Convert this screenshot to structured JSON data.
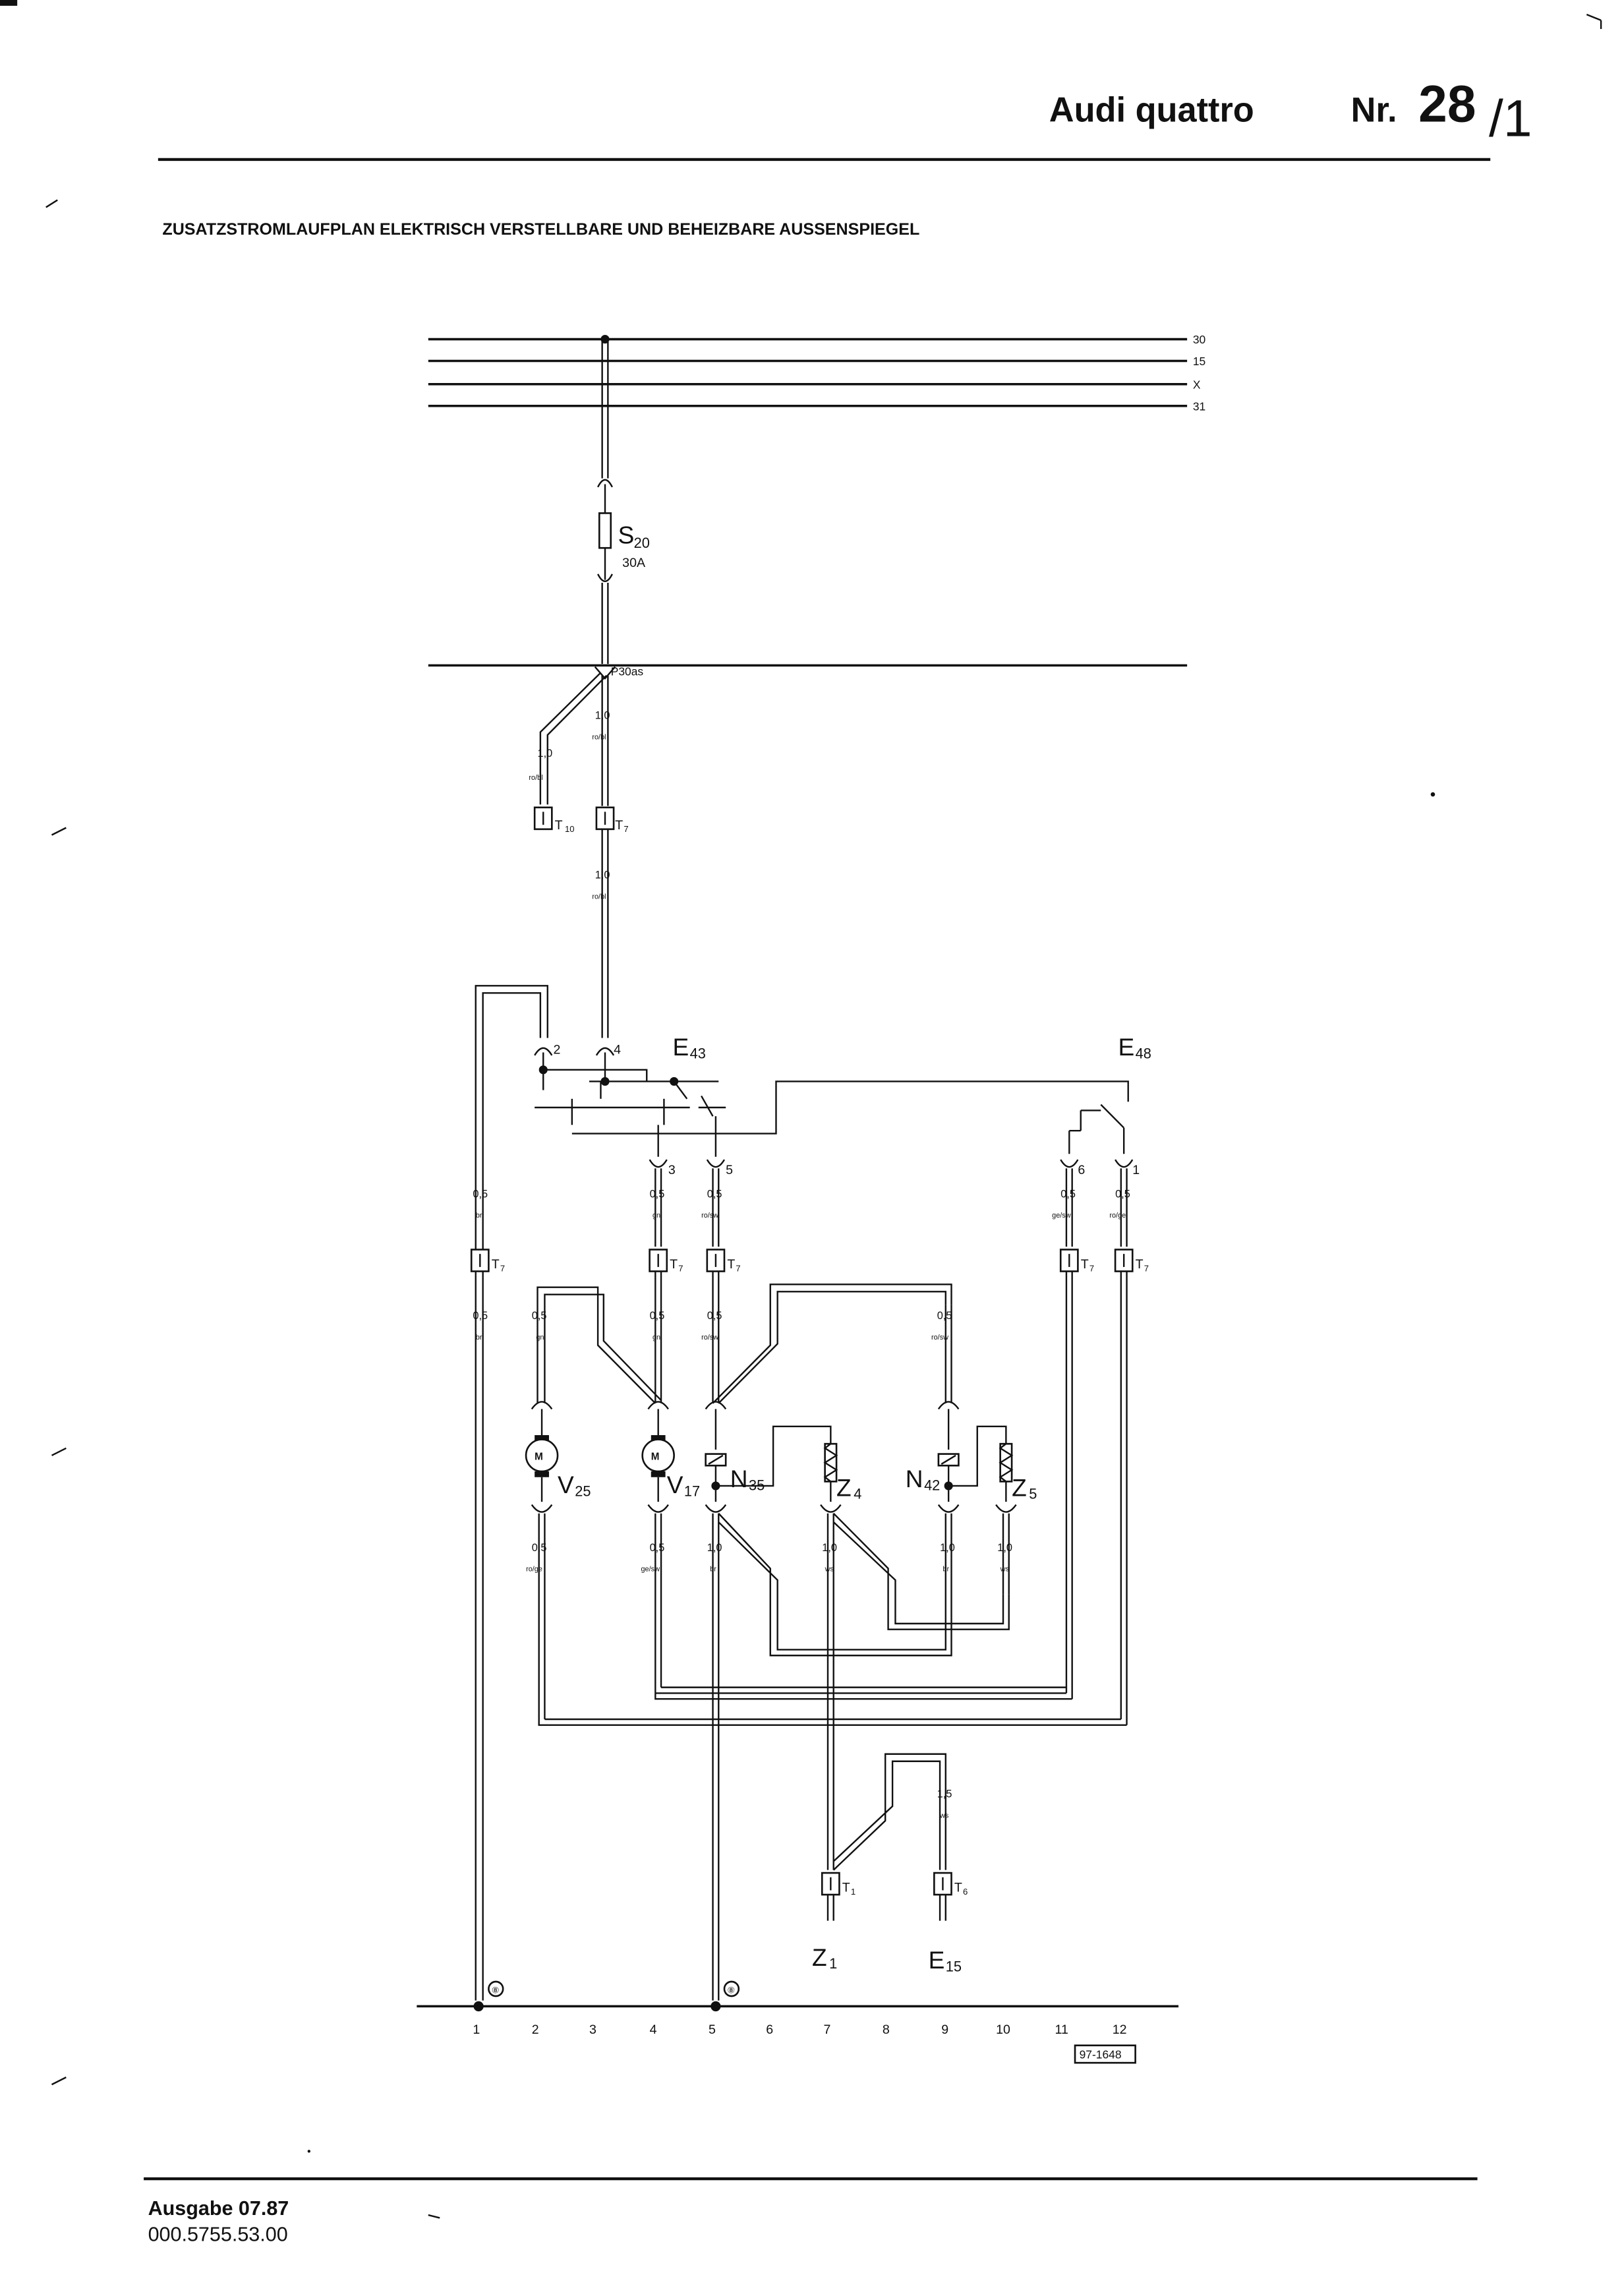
{
  "header": {
    "model": "Audi quattro",
    "nr_label": "Nr.",
    "nr_value": "28",
    "nr_suffix": "/1"
  },
  "subtitle": "ZUSATZSTROMLAUFPLAN ELEKTRISCH VERSTELLBARE UND BEHEIZBARE AUSSENSPIEGEL",
  "bus": [
    "30",
    "15",
    "X",
    "31"
  ],
  "fuse": {
    "name": "S",
    "sub": "20",
    "rating": "30A"
  },
  "rail_label": "P30as",
  "wires": {
    "p30_a": {
      "size": "1,0",
      "color": "ro/bl"
    },
    "p30_b": {
      "size": "1,0",
      "color": "ro/bl"
    },
    "t7_out": {
      "size": "1,0",
      "color": "ro/bl"
    },
    "br_top": {
      "size": "0,5",
      "color": "br"
    },
    "br_bot": {
      "size": "0,5",
      "color": "br"
    },
    "gn_top": {
      "size": "0,5",
      "color": "gn"
    },
    "gn_bot": {
      "size": "0,5",
      "color": "gn"
    },
    "rosw_top": {
      "size": "0,5",
      "color": "ro/sw"
    },
    "rosw_bot": {
      "size": "0,5",
      "color": "ro/sw"
    },
    "gesw_top": {
      "size": "0,5",
      "color": "ge/sw"
    },
    "roge_top": {
      "size": "0,5",
      "color": "ro/ge"
    },
    "v25_in": {
      "size": "0,5",
      "color": "gn"
    },
    "n42_in": {
      "size": "0,5",
      "color": "ro/sw"
    },
    "v25_out": {
      "size": "0,5",
      "color": "ro/ge"
    },
    "v17_out": {
      "size": "0,5",
      "color": "ge/sw"
    },
    "n35_out": {
      "size": "1,0",
      "color": "br"
    },
    "z4_out": {
      "size": "1,0",
      "color": "ws"
    },
    "n42_out": {
      "size": "1,0",
      "color": "br"
    },
    "z5_out": {
      "size": "1,0",
      "color": "ws"
    },
    "e15_in": {
      "size": "1,5",
      "color": "ws"
    }
  },
  "connectors": {
    "t10": {
      "name": "T",
      "sub": "10"
    },
    "t7_main": {
      "name": "T",
      "sub": "7"
    },
    "t7_br": {
      "name": "T",
      "sub": "7"
    },
    "t7_gn": {
      "name": "T",
      "sub": "7"
    },
    "t7_rosw": {
      "name": "T",
      "sub": "7"
    },
    "t7_gesw": {
      "name": "T",
      "sub": "7"
    },
    "t7_roge": {
      "name": "T",
      "sub": "7"
    },
    "t1": {
      "name": "T",
      "sub": "1"
    },
    "t6": {
      "name": "T",
      "sub": "6"
    }
  },
  "components": {
    "e43": {
      "name": "E",
      "sub": "43"
    },
    "e48": {
      "name": "E",
      "sub": "48"
    },
    "v25": {
      "name": "V",
      "sub": "25"
    },
    "v17": {
      "name": "V",
      "sub": "17"
    },
    "n35": {
      "name": "N",
      "sub": "35"
    },
    "n42": {
      "name": "N",
      "sub": "42"
    },
    "z4": {
      "name": "Z",
      "sub": "4"
    },
    "z5": {
      "name": "Z",
      "sub": "5"
    },
    "z1": {
      "name": "Z",
      "sub": "1"
    },
    "e15": {
      "name": "E",
      "sub": "15"
    }
  },
  "pins": {
    "e43_2": "2",
    "e43_4": "4",
    "e43_3": "3",
    "e43_5": "5",
    "e48_6": "6",
    "e48_1": "1"
  },
  "motor_symbol": "M",
  "ground_mark": "⑧",
  "ground_numbers": [
    "1",
    "2",
    "3",
    "4",
    "5",
    "6",
    "7",
    "8",
    "9",
    "10",
    "11",
    "12"
  ],
  "drawing_number": "97-1648",
  "footer": {
    "edition": "Ausgabe 07.87",
    "part_number": "000.5755.53.00"
  }
}
